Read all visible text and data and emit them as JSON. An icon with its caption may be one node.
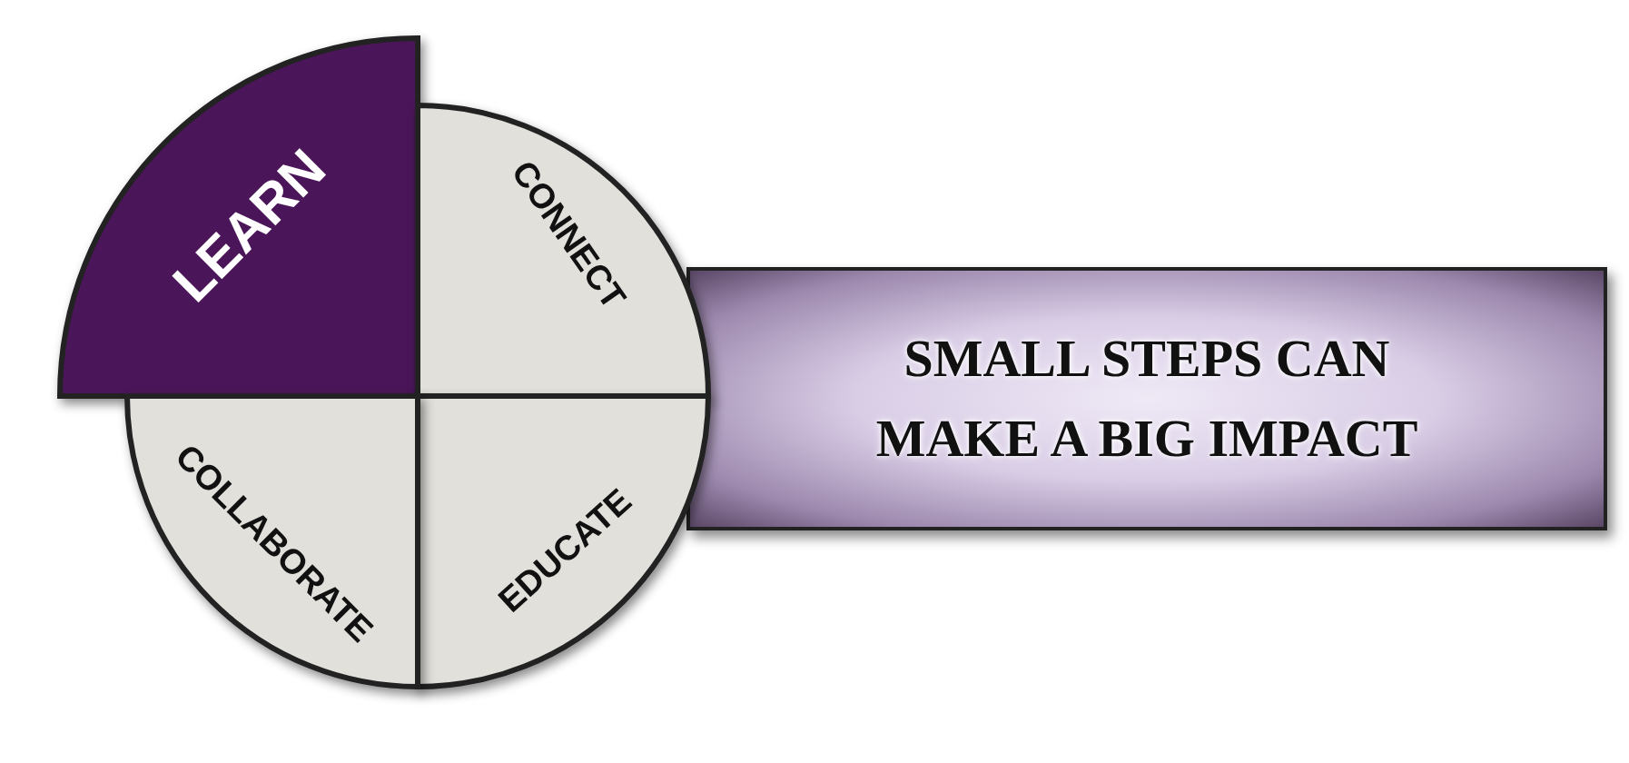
{
  "diagram": {
    "nodes": [
      {
        "text": [
          "LEARN"
        ]
      },
      {
        "text": [
          "CONNECT"
        ]
      },
      {
        "text": [
          "EDUCATE"
        ]
      },
      {
        "text": [
          "COLLABORATE"
        ]
      },
      {
        "text": [
          "SMALL STEPS CAN MAKE A BIG IMPACT"
        ]
      }
    ],
    "edges": []
  }
}
